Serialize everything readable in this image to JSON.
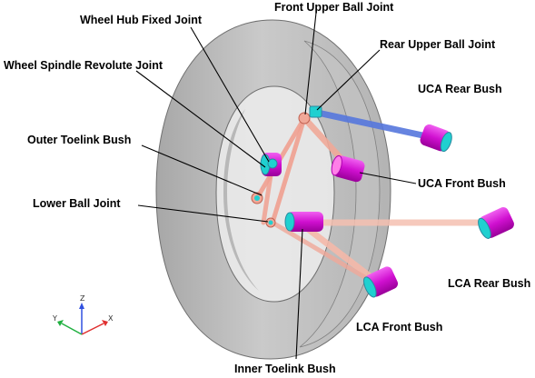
{
  "labels": {
    "wheel_hub_fixed_joint": "Wheel Hub Fixed Joint",
    "front_upper_ball_joint": "Front Upper Ball Joint",
    "rear_upper_ball_joint": "Rear Upper Ball Joint",
    "wheel_spindle_revolute_joint": "Wheel Spindle Revolute Joint",
    "uca_rear_bush": "UCA Rear Bush",
    "outer_toelink_bush": "Outer Toelink Bush",
    "uca_front_bush": "UCA Front Bush",
    "lower_ball_joint": "Lower Ball Joint",
    "lca_rear_bush": "LCA  Rear Bush",
    "lca_front_bush": "LCA  Front Bush",
    "inner_toelink_bush": "Inner Toelink Bush"
  },
  "triad": {
    "z": "Z",
    "y": "Y",
    "x": "X"
  },
  "colors": {
    "tire": "#a9a9a9",
    "uca_rear_link": "#5577dd",
    "links": "#f4b8a8",
    "bushes": "#e020e0",
    "joints": "#20d0d0"
  }
}
